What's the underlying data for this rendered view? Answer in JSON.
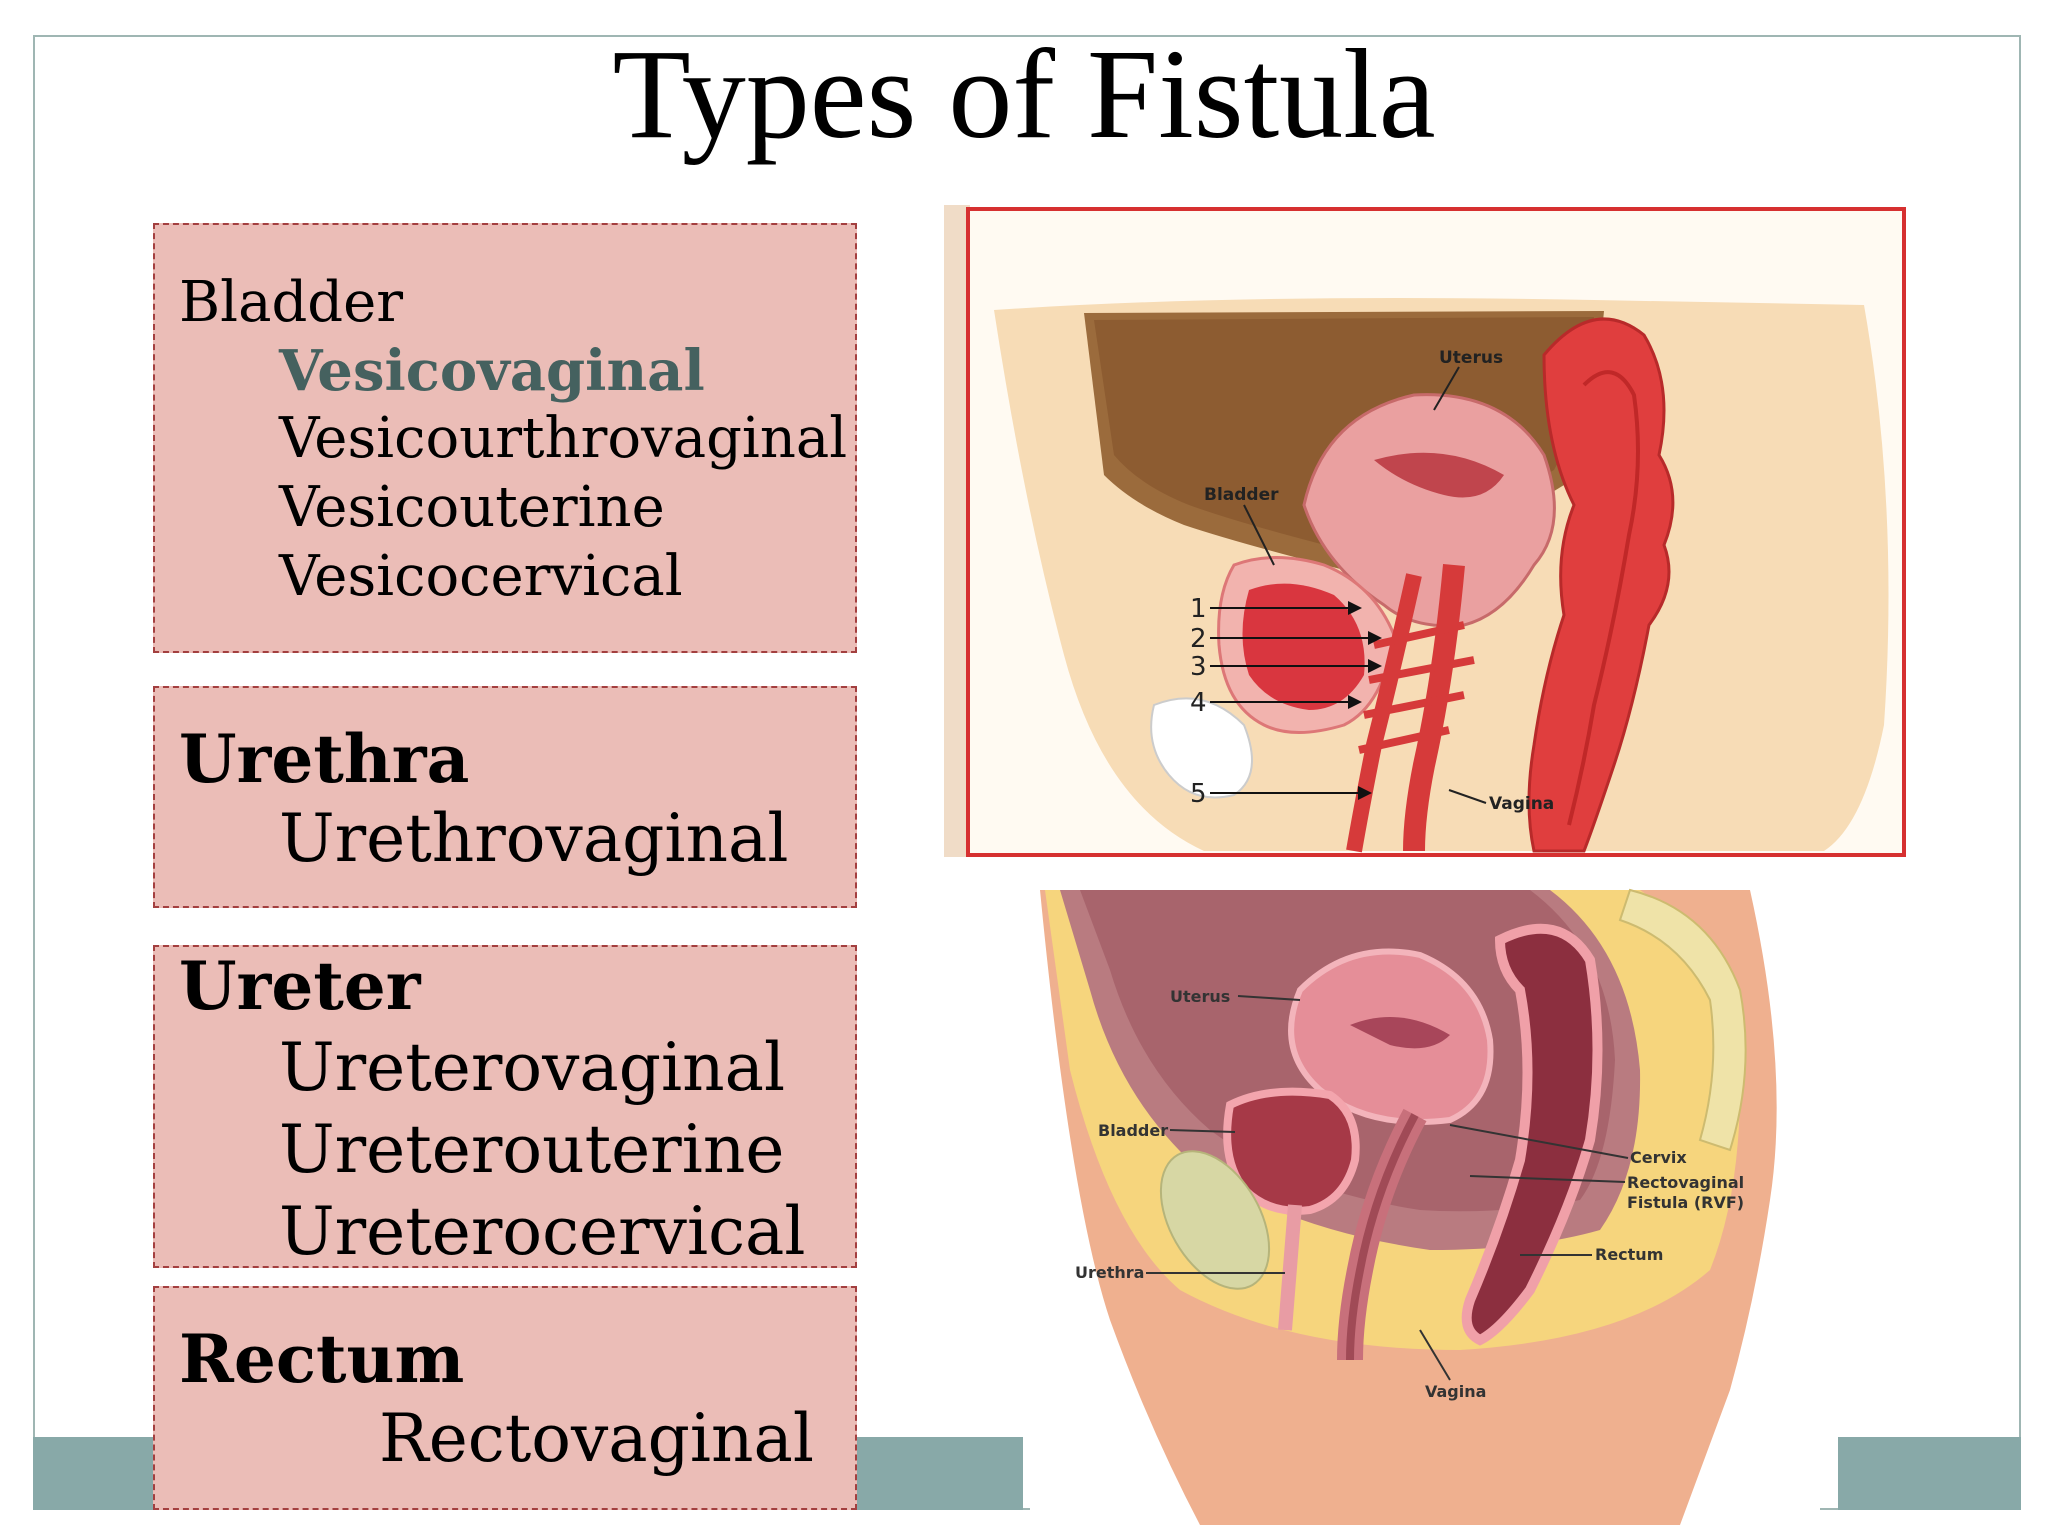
{
  "title": "Types of Fistula",
  "groups": [
    {
      "organ": "Bladder",
      "types": [
        "Vesicovaginal",
        "Vesicourthrovaginal",
        "Vesicouterine",
        "Vesicocervical"
      ]
    },
    {
      "organ": "Urethra",
      "types": [
        "Urethrovaginal"
      ]
    },
    {
      "organ": "Ureter",
      "types": [
        "Ureterovaginal",
        "Ureterouterine",
        "Ureterocervical"
      ]
    },
    {
      "organ": "Rectum",
      "types": [
        "Rectovaginal"
      ]
    }
  ],
  "diagram_top": {
    "labels": {
      "uterus": "Uterus",
      "bladder": "Bladder",
      "vagina": "Vagina"
    },
    "numbers": [
      "1",
      "2",
      "3",
      "4",
      "5"
    ]
  },
  "diagram_bottom": {
    "labels": {
      "uterus": "Uterus",
      "bladder": "Bladder",
      "urethra": "Urethra",
      "cervix": "Cervix",
      "rvf_line1": "Rectovaginal",
      "rvf_line2": "Fistula (RVF)",
      "rectum": "Rectum",
      "vagina": "Vagina"
    }
  },
  "colors": {
    "accent": "#88a9a8",
    "box_fill": "#ebbdb7",
    "box_border": "#a33f3f",
    "highlight_text": "#45615f"
  }
}
